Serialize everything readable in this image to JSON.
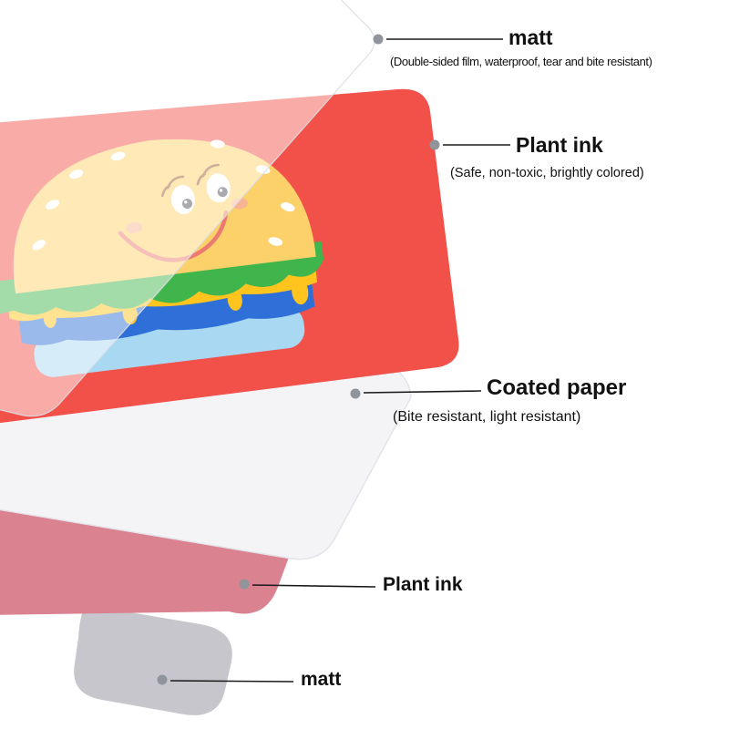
{
  "page": {
    "background": "#ffffff"
  },
  "illustration": {
    "name": "smiling-hamburger-sticker"
  },
  "colors": {
    "text": "#111111",
    "line": "#1a1a1a",
    "dot": "#8f959b",
    "film": "#ffffff",
    "film_edge": "#d9dee6",
    "red_card": "#f2514a",
    "coated_paper": "#f4f4f7",
    "paper_edge": "#e3e3ea",
    "pink_layer": "#db8291",
    "gray_layer": "#c6c6cc",
    "bun": "#fcd169",
    "seed": "#ffffff",
    "eye_white": "#ffffff",
    "pupil": "#4b4c56",
    "lash": "#9a5b2f",
    "smile": "#ec7a70",
    "blush": "#f7a8a0",
    "lettuce": "#3fb54b",
    "cheese": "#ffc41d",
    "blue_stripe": "#2e6fd8",
    "bottom_bun": "#a9d9f2"
  },
  "labels": [
    {
      "title": "matt",
      "subtitle": "(Double-sided film, waterproof, tear and bite resistant)"
    },
    {
      "title": "Plant ink",
      "subtitle": "(Safe, non-toxic, brightly colored)"
    },
    {
      "title": "Coated paper",
      "subtitle": "(Bite resistant, light resistant)"
    },
    {
      "title": "Plant ink",
      "subtitle": ""
    },
    {
      "title": "matt",
      "subtitle": ""
    }
  ]
}
